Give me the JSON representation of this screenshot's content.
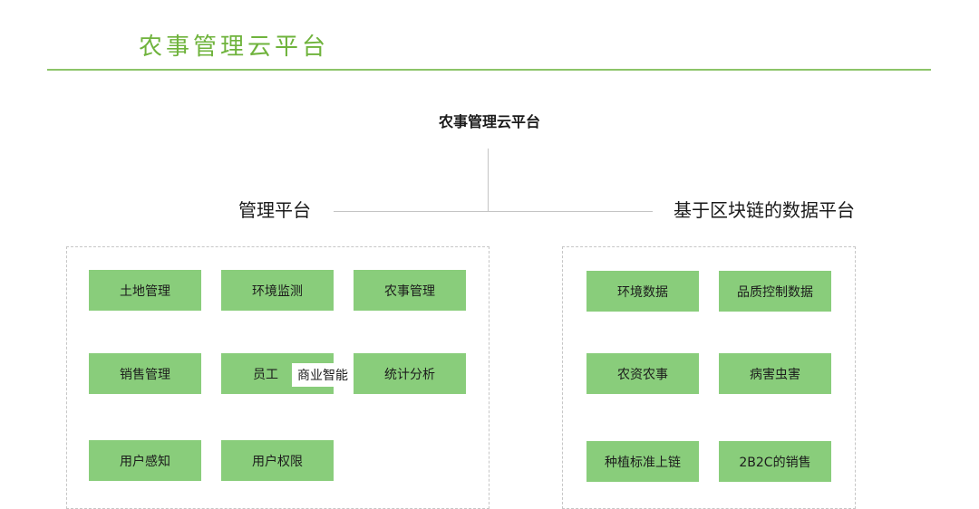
{
  "header": {
    "title": "农事管理云平台"
  },
  "diagram": {
    "root": "农事管理云平台",
    "branches": [
      {
        "title": "管理平台",
        "nodes": [
          "土地管理",
          "环境监测",
          "农事管理",
          "销售管理",
          "员工",
          "统计分析",
          "用户感知",
          "用户权限"
        ],
        "overlap_label": "商业智能"
      },
      {
        "title": "基于区块链的数据平台",
        "nodes": [
          "环境数据",
          "品质控制数据",
          "农资农事",
          "病害虫害",
          "种植标准上链",
          "2B2C的销售"
        ]
      }
    ]
  },
  "colors": {
    "title": "#6fb33c",
    "rule": "#8cc469",
    "node_fill": "#89cd7b",
    "connector": "#c4c4c4",
    "dashed_border": "#c6c6c6"
  }
}
